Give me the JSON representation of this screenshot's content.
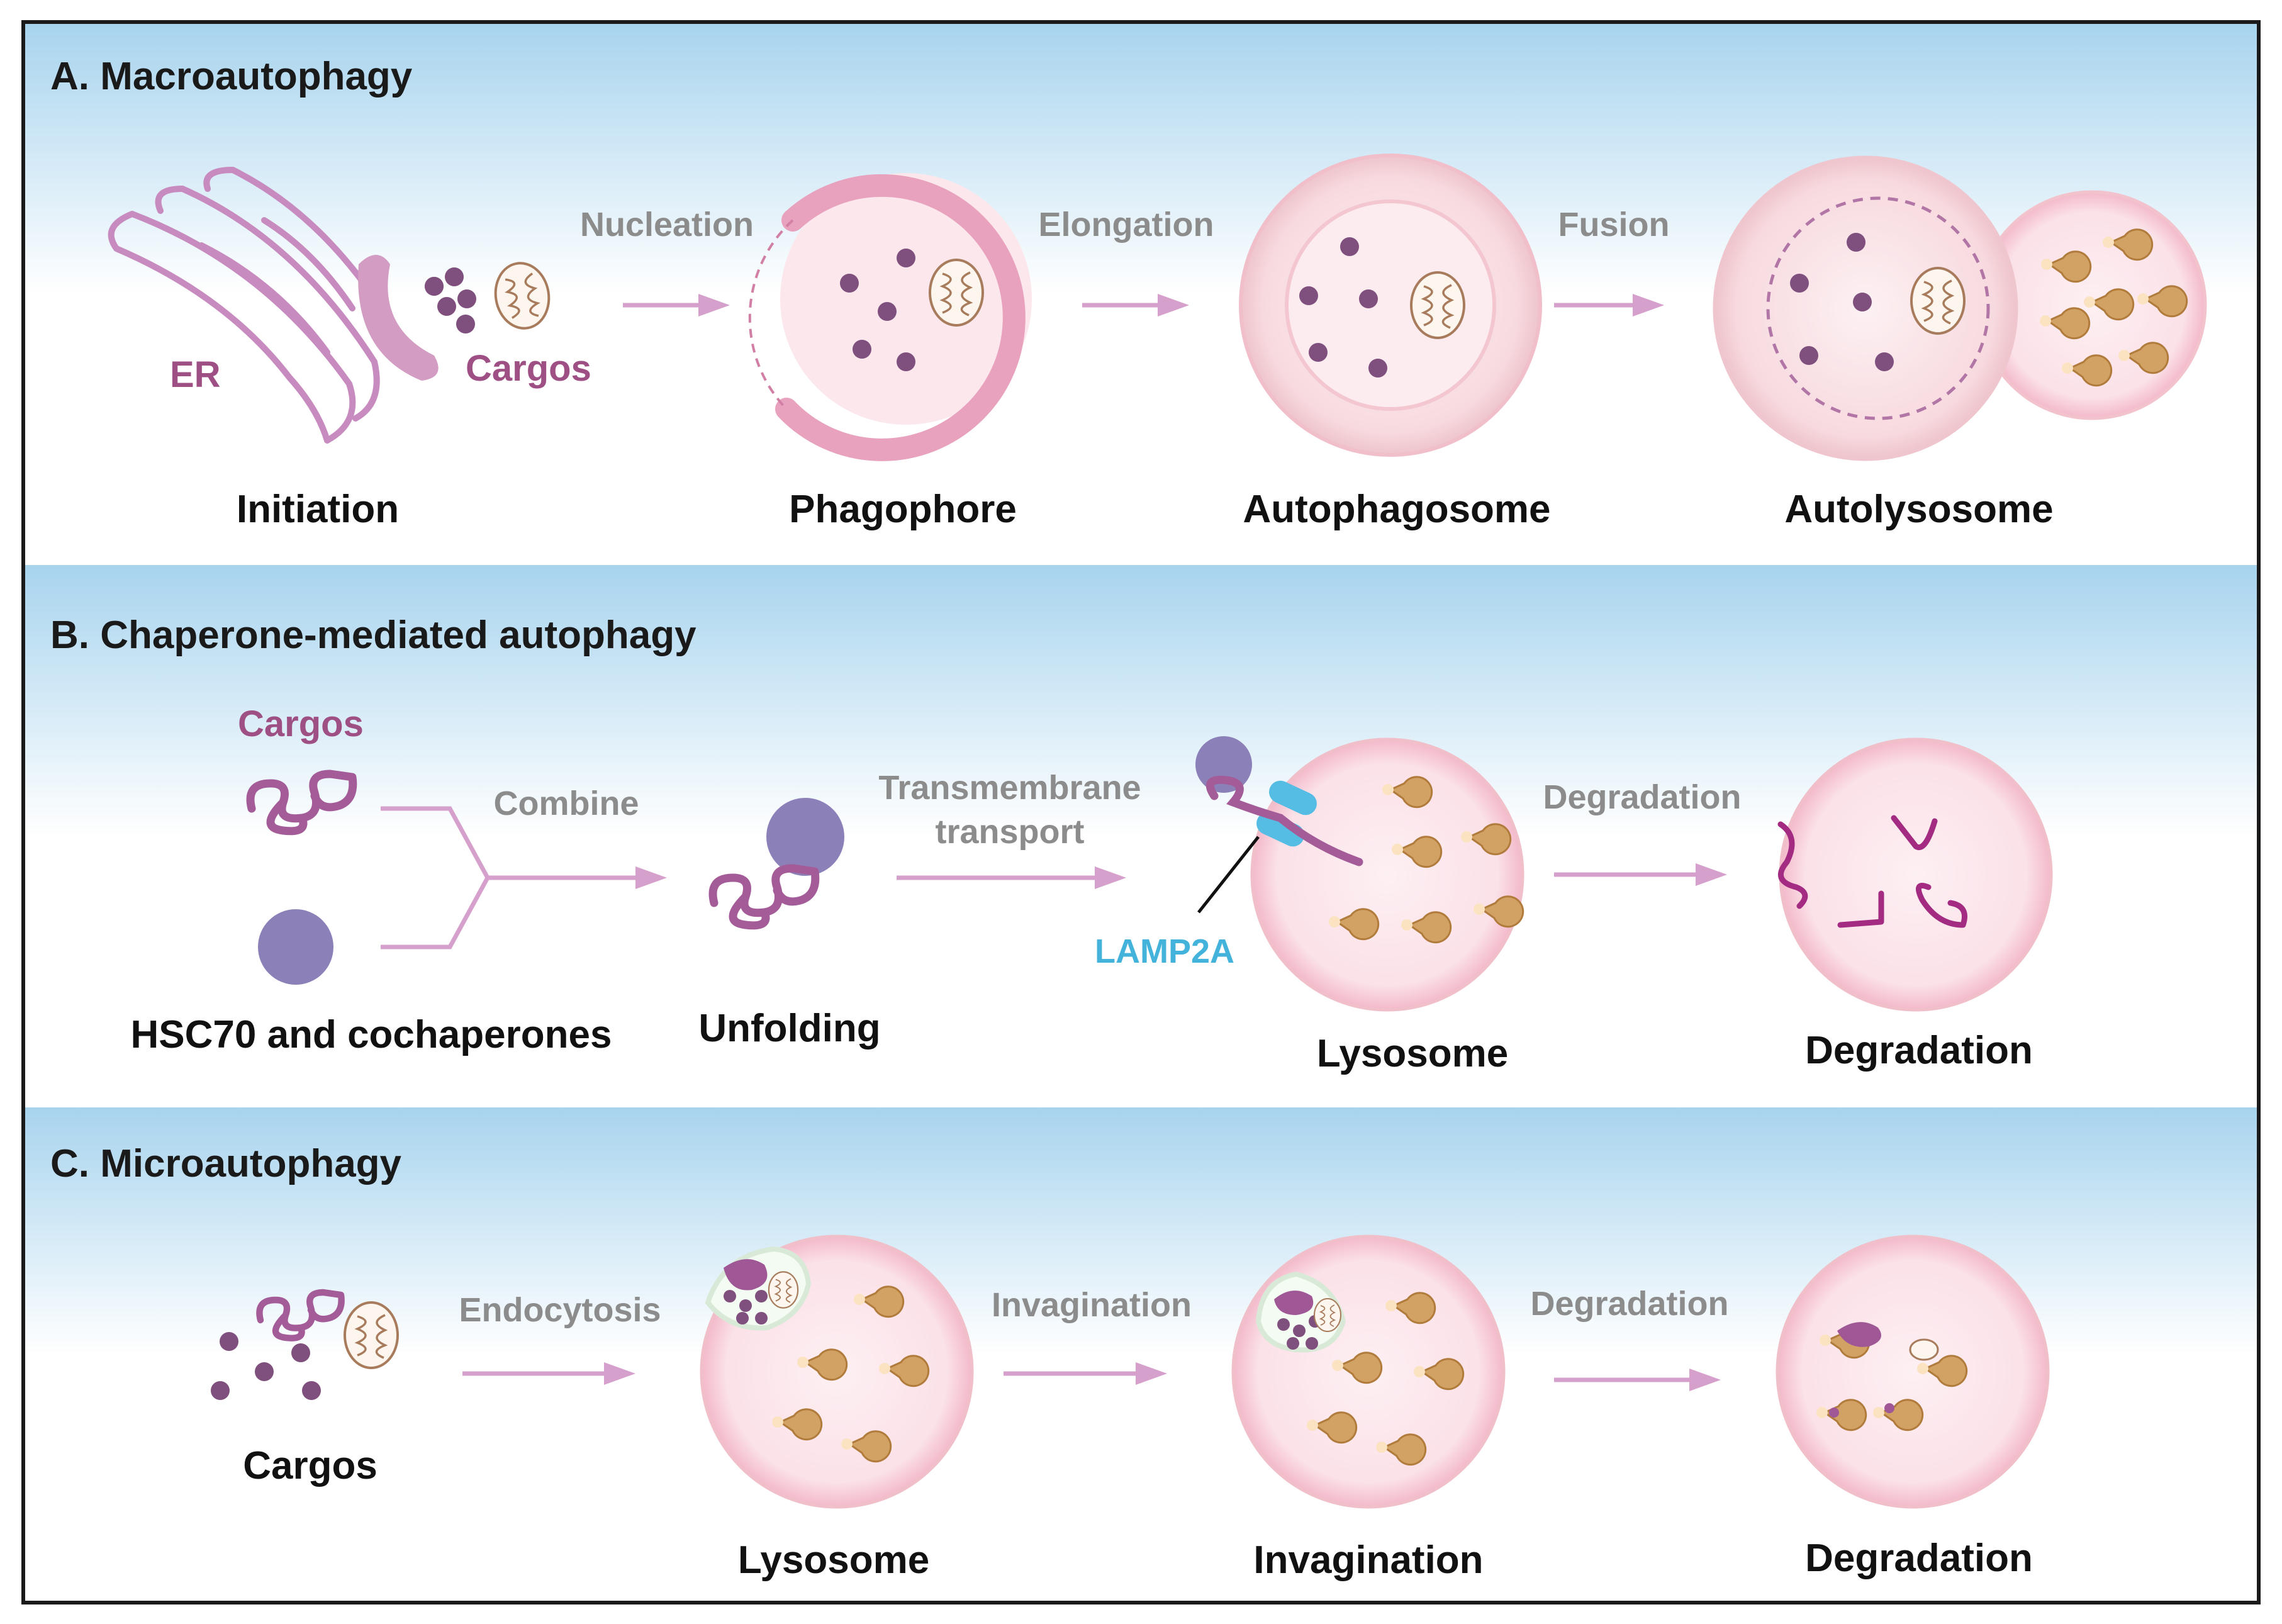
{
  "panels": {
    "a": {
      "title": "A. Macroautophagy",
      "labels": {
        "er": "ER",
        "cargos": "Cargos"
      },
      "steps": {
        "nucleation": "Nucleation",
        "elongation": "Elongation",
        "fusion": "Fusion"
      },
      "stages": {
        "initiation": "Initiation",
        "phagophore": "Phagophore",
        "autophagosome": "Autophagosome",
        "autolysosome": "Autolysosome"
      }
    },
    "b": {
      "title": "B. Chaperone-mediated autophagy",
      "labels": {
        "cargos": "Cargos",
        "lamp2a": "LAMP2A"
      },
      "steps": {
        "combine": "Combine",
        "transmembrane_line1": "Transmembrane",
        "transmembrane_line2": "transport",
        "degradation": "Degradation"
      },
      "stages": {
        "hsc70": "HSC70 and cochaperones",
        "unfolding": "Unfolding",
        "lysosome": "Lysosome",
        "degradation": "Degradation"
      }
    },
    "c": {
      "title": "C. Microautophagy",
      "steps": {
        "endocytosis": "Endocytosis",
        "invagination": "Invagination",
        "degradation": "Degradation"
      },
      "stages": {
        "cargos": "Cargos",
        "lysosome": "Lysosome",
        "invagination": "Invagination",
        "degradation": "Degradation"
      }
    }
  },
  "colors": {
    "panel_gradient_top": "#a8d4ee",
    "er_and_cargo": "#9e4f84",
    "membrane_pink": "#e8a0bd",
    "lysosome_fill": "#fbe3e9",
    "hsc70": "#8c80b8",
    "lamp2a": "#44b3dc",
    "enzyme": "#c9964f",
    "arrow": "#d6a0cc",
    "step_text": "#8c8c8c"
  },
  "icons": [
    "mitochondrion-icon",
    "hydrolase-enzyme-icon",
    "unfolded-protein-icon",
    "lamp2a-channel-icon"
  ]
}
